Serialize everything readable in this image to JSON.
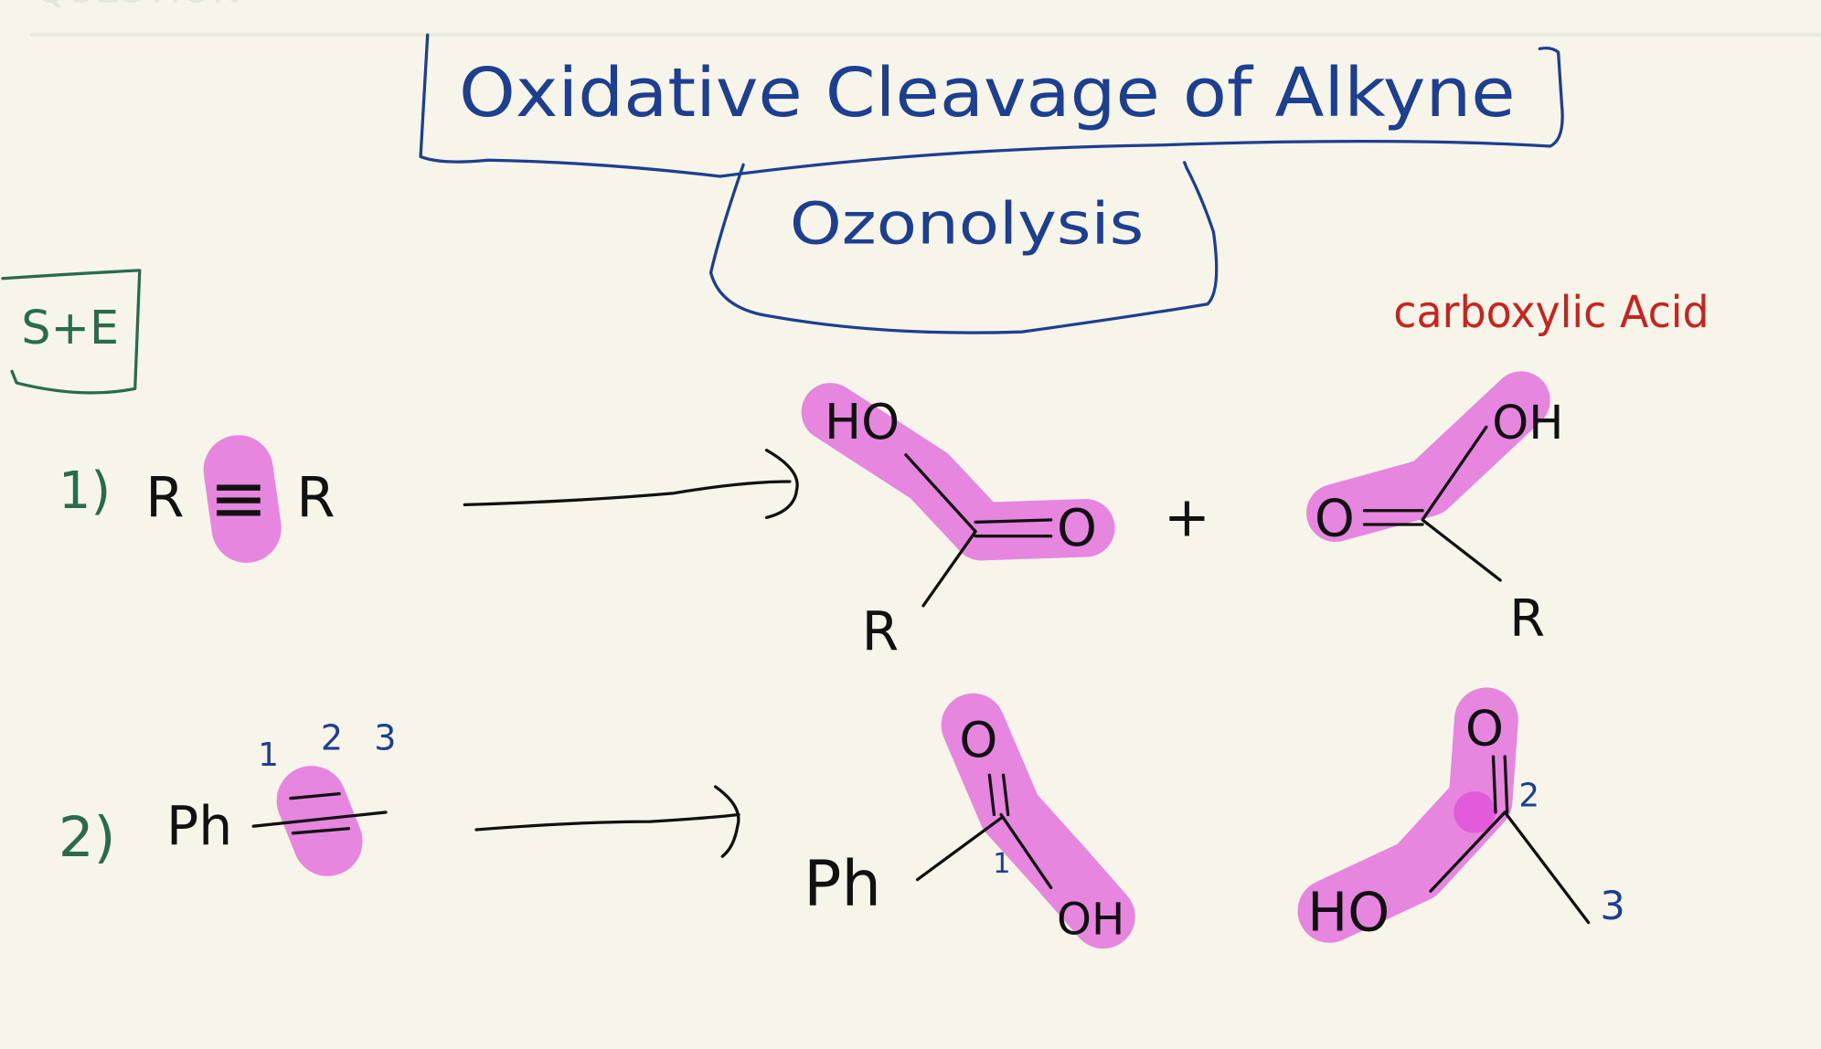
{
  "header": {
    "faint_heading": "QUESTION"
  },
  "title": "Oxidative Cleavage of Alkyne",
  "subtitle": "Ozonolysis",
  "side_box": "S+E",
  "annotation": "carboxylic Acid",
  "colors": {
    "background": "#f7f5ea",
    "ink_blue": "#1d3f8f",
    "ink_black": "#111111",
    "ink_green": "#2a6b4e",
    "ink_red": "#c8231e",
    "highlight": "#e57fde"
  },
  "reaction1": {
    "number": "1)",
    "reactant_left": "R",
    "reactant_bond": "≡",
    "reactant_right": "R",
    "product1": {
      "top": "HO",
      "right": "O",
      "bottom": "R"
    },
    "plus": "+",
    "product2": {
      "top": "OH",
      "left": "O",
      "bottom": "R"
    }
  },
  "reaction2": {
    "number": "2)",
    "reactant": "Ph",
    "carbon_labels": [
      "1",
      "2",
      "3"
    ],
    "product1": {
      "top": "O",
      "left": "Ph",
      "bottom": "OH",
      "carbon_label": "1"
    },
    "product2": {
      "top": "O",
      "bottom": "HO",
      "carbon_label_2": "2",
      "carbon_label_3": "3"
    }
  }
}
